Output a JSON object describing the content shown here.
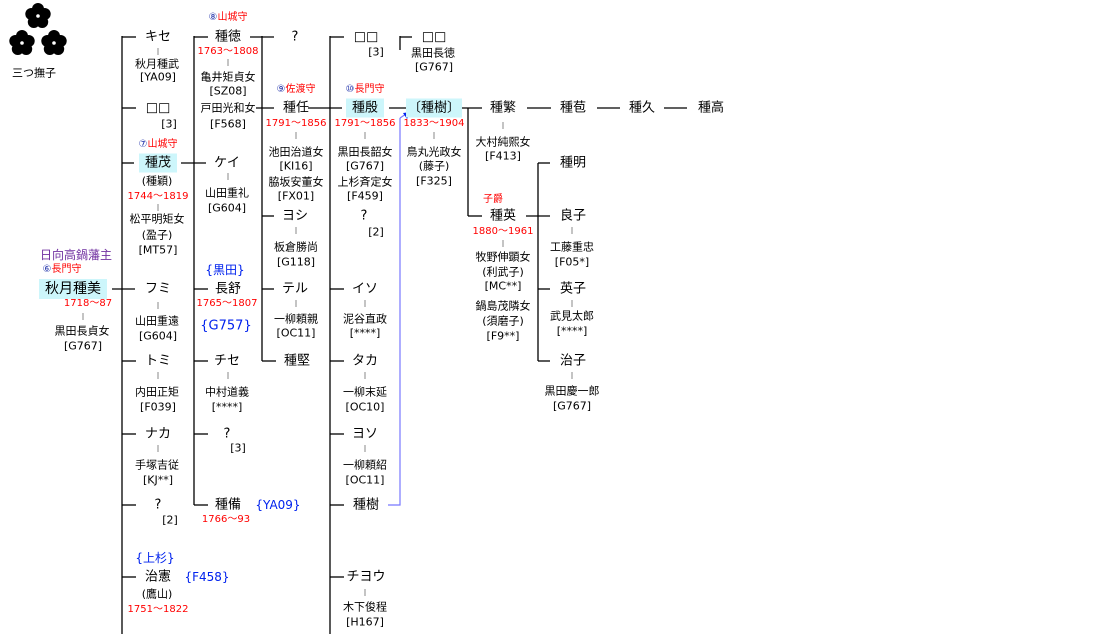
{
  "crest": {
    "label": "三つ撫子",
    "icon": "nadeshiko-crest-icon"
  },
  "tanemi": {
    "domain": "日向高鍋藩主",
    "title_num": "⑥",
    "title": "長門守",
    "name": "秋月種美",
    "dates": "1718〜87",
    "spouse": "黒田長貞女",
    "spouse_code": "[G767]"
  },
  "colB": {
    "kise": {
      "name": "キセ",
      "spouse": "秋月種武",
      "code": "[YA09]"
    },
    "unk1": {
      "name": "□□",
      "note": "[3]"
    },
    "naganobu": {
      "title_num": "⑦",
      "title": "山城守",
      "name": "種茂",
      "alias": "(種穎)",
      "dates": "1744〜1819",
      "spouse": "松平明矩女",
      "spouse_alias": "(盈子)",
      "code": "[MT57]"
    },
    "fumi": {
      "name": "フミ",
      "spouse": "山田重遠",
      "code": "[G604]"
    },
    "tomi": {
      "name": "トミ",
      "spouse": "内田正矩",
      "code": "[F039]"
    },
    "naka": {
      "name": "ナカ",
      "spouse": "手塚吉従",
      "code": "[KJ**]"
    },
    "unk2": {
      "name": "?",
      "note": "[2]"
    },
    "harunori": {
      "adopt": "{上杉}",
      "name": "治憲",
      "code": "{F458}",
      "alias": "(鷹山)",
      "dates": "1751〜1822"
    }
  },
  "colC": {
    "tanenori": {
      "title_num": "⑧",
      "title": "山城守",
      "name": "種徳",
      "dates": "1763〜1808",
      "spouse1": "亀井矩貞女",
      "code1": "[SZ08]",
      "spouse2": "戸田光和女",
      "code2": "[F568]"
    },
    "kei": {
      "name": "ケイ",
      "spouse": "山田重礼",
      "code": "[G604]"
    },
    "nagahiro": {
      "adopt": "{黒田}",
      "name": "長舒",
      "dates": "1765〜1807",
      "code": "{G757}"
    },
    "chise": {
      "name": "チセ",
      "spouse": "中村道義",
      "code": "[****]"
    },
    "unk": {
      "name": "?",
      "note": "[3]"
    },
    "tanemasa": {
      "name": "種備",
      "code": "{YA09}",
      "dates": "1766〜93"
    }
  },
  "colD": {
    "unk": {
      "name": "?"
    },
    "tanetada": {
      "title_num": "⑨",
      "title": "佐渡守",
      "name": "種任",
      "dates": "1791〜1856",
      "spouse1": "池田治道女",
      "code1": "[KI16]",
      "spouse2": "脇坂安董女",
      "code2": "[FX01]"
    },
    "yoshi": {
      "name": "ヨシ",
      "spouse": "板倉勝尚",
      "code": "[G118]"
    },
    "teru": {
      "name": "テル",
      "spouse": "一柳頼親",
      "code": "[OC11]"
    },
    "tanekata": {
      "name": "種堅"
    }
  },
  "colE": {
    "unk1": {
      "name": "□□",
      "note": "[3]"
    },
    "tanezane": {
      "title_num": "⑩",
      "title": "長門守",
      "name": "種殷",
      "dates": "1791〜1856",
      "spouse1": "黒田長韶女",
      "code1": "[G767]",
      "spouse2": "上杉斉定女",
      "code2": "[F459]"
    },
    "unk2": {
      "name": "?",
      "note": "[2]"
    },
    "iso": {
      "name": "イソ",
      "spouse": "泥谷直政",
      "code": "[****]"
    },
    "taka": {
      "name": "タカ",
      "spouse": "一柳末延",
      "code": "[OC10]"
    },
    "yoso": {
      "name": "ヨソ",
      "spouse": "一柳頼紹",
      "code": "[OC11]"
    },
    "tanetatsu": {
      "name": "種樹"
    },
    "chiyou": {
      "name": "チヨウ",
      "spouse": "木下俊程",
      "code": "[H167]"
    }
  },
  "colF": {
    "unk": {
      "name": "□□",
      "spouse": "黒田長徳",
      "code": "[G767]"
    },
    "tanetatsu": {
      "name": "〔種樹〕",
      "dates": "1833〜1904",
      "spouse": "鳥丸光政女",
      "alias": "(藤子)",
      "code": "[F325]"
    }
  },
  "colG": {
    "tanetsugu": {
      "name": "種繁",
      "spouse": "大村純熙女",
      "code": "[F413]"
    },
    "tanemoto": {
      "name": "種苞"
    },
    "tanehisa": {
      "name": "種久"
    },
    "tanetaka": {
      "name": "種高"
    },
    "tanefusa": {
      "title": "子爵",
      "name": "種英",
      "dates": "1880〜1961",
      "spouse1": "牧野伸顕女",
      "alias1": "(利武子)",
      "code1": "[MC**]",
      "spouse2": "鍋島茂隣女",
      "alias2": "(須磨子)",
      "code2": "[F9**]"
    }
  },
  "colH": {
    "taneaki": {
      "name": "種明"
    },
    "yoshiko": {
      "name": "良子",
      "spouse": "工藤重忠",
      "code": "[F05*]"
    },
    "hideko": {
      "name": "英子",
      "spouse": "武見太郎",
      "code": "[****]"
    },
    "haruko": {
      "name": "治子",
      "spouse": "黒田慶一郎",
      "code": "[G767]"
    }
  },
  "colors": {
    "date": "#ff0000",
    "highlight": "#cdf6fb",
    "adopt": "#0022ee",
    "domain": "#7030a0",
    "title_num": "#2233aa",
    "link": "#7777ff"
  }
}
